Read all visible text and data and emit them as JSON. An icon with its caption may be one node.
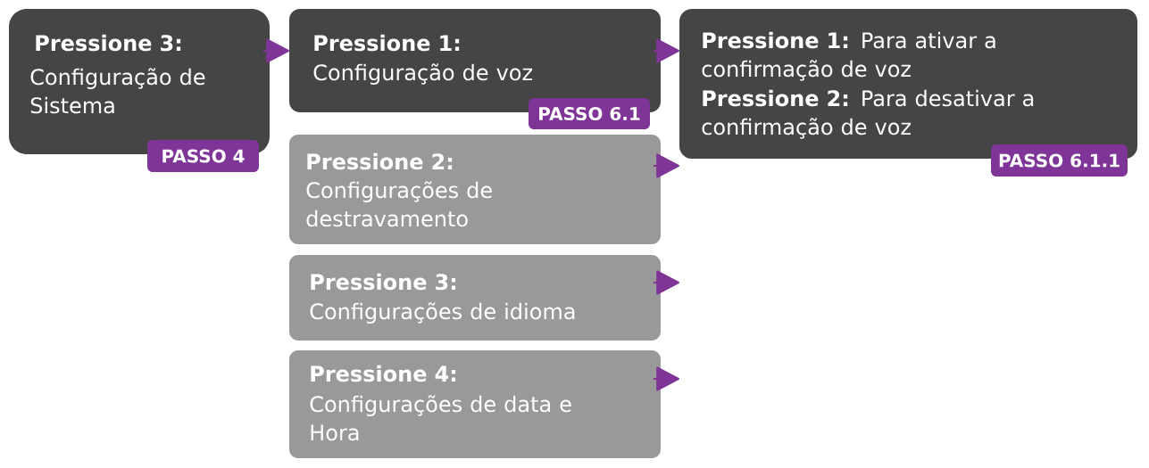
{
  "diagram": {
    "nodes": [
      {
        "text": [
          "Pressione 3:",
          "Configuração de Sistema"
        ]
      },
      {
        "text": [
          "PASSO 4"
        ]
      },
      {
        "text": [
          "Pressione 1:",
          "Configuração de voz"
        ]
      },
      {
        "text": [
          "PASSO 6.1"
        ]
      },
      {
        "text": [
          "**Pressione 1:** Para ativar a confirmação de voz",
          "**Pressione 2:** Para desativar a confirmação de voz"
        ]
      },
      {
        "text": [
          "PASSO 6.1.1"
        ]
      },
      {
        "text": [
          "Pressione 2:",
          "Configurações de destravamento"
        ]
      },
      {
        "text": [
          "Pressione 3:",
          "Configurações de idioma"
        ]
      },
      {
        "text": [
          "Pressione 4:",
          "Configurações de data e Hora"
        ]
      }
    ],
    "edges": [
      {
        "from": 0,
        "to": 2,
        "arrow": "to"
      },
      {
        "from": 2,
        "to": 4,
        "arrow": "to"
      },
      {
        "from": 6,
        "to": null,
        "arrow": "to"
      },
      {
        "from": 7,
        "to": null,
        "arrow": "to"
      },
      {
        "from": 8,
        "to": null,
        "arrow": "to"
      }
    ]
  }
}
